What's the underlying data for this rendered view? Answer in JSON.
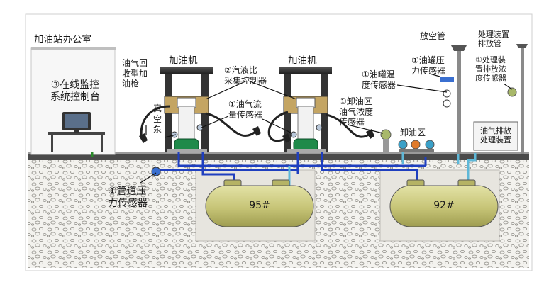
{
  "labels": {
    "office": "加油站办公室",
    "monitor_console": "③在线监控\n系统控制台",
    "dispenser_1": "加油机",
    "dispenser_2": "加油机",
    "vapor_nozzle": "油气回\n收型加\n油枪",
    "vacuum_pump": "真\n空\n泵",
    "ratio_controller": "②汽液比\n采集控制器",
    "flow_sensor": "①油气流\n量传感器",
    "unloading_concentration_sensor": "①卸油区\n油气浓度\n传感器",
    "tank_temp_sensor": "①油罐温\n度传感器",
    "vent_pipe": "放空管",
    "tank_pressure_sensor": "①油罐压\n力传感器",
    "treatment_vent": "处理装置\n排放管",
    "treatment_concentration_sensor": "①处理装\n置排放浓\n度传感器",
    "unloading_area": "卸油区",
    "treatment_device": "油气排放\n处理装置",
    "pipeline_pressure_sensor": "①管道压\n力传感器",
    "tank_95": "95#",
    "tank_92": "92#"
  },
  "colors": {
    "tank_fill": "#c9c77a",
    "blue_pipe": "#1f3fbf",
    "cyan_pipe": "#5fb8d8",
    "ground": "#e8e6e0"
  }
}
